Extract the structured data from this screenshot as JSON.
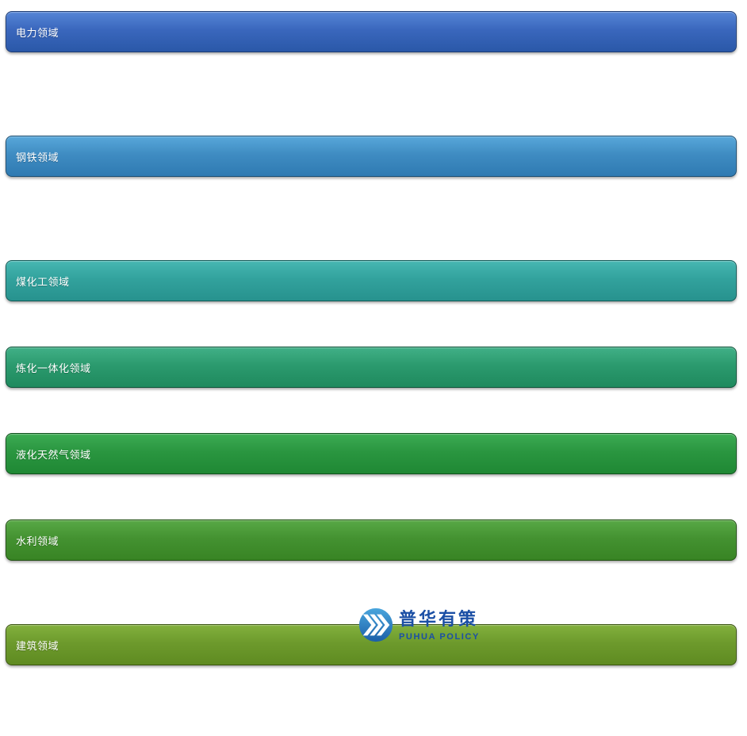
{
  "page": {
    "background": "#ffffff",
    "label_color": "#ffffff"
  },
  "bars": [
    {
      "label": "电力领域",
      "color_top": "#5585d6",
      "color_mid": "#3a67bd",
      "color_bottom": "#2a58a8",
      "border": "#1d3c74"
    },
    {
      "label": "钢铁领域",
      "color_top": "#58a7da",
      "color_mid": "#3f8cc2",
      "color_bottom": "#2f7ab2",
      "border": "#1c4e72"
    },
    {
      "label": "煤化工领域",
      "color_top": "#47b7b2",
      "color_mid": "#32a29d",
      "color_bottom": "#27928e",
      "border": "#125a57"
    },
    {
      "label": "炼化一体化领域",
      "color_top": "#41b087",
      "color_mid": "#2b9a6e",
      "color_bottom": "#1f8a5e",
      "border": "#0e5339"
    },
    {
      "label": "液化天然气领域",
      "color_top": "#3cab53",
      "color_mid": "#2a9640",
      "color_bottom": "#1f8834",
      "border": "#0f521c"
    },
    {
      "label": "水利领域",
      "color_top": "#58a946",
      "color_mid": "#449231",
      "color_bottom": "#388424",
      "border": "#204f12"
    },
    {
      "label": "建筑领域",
      "color_top": "#82b03d",
      "color_mid": "#6d9a2c",
      "color_bottom": "#5f8b21",
      "border": "#3a5410"
    }
  ],
  "watermark": {
    "cn": "普华有策",
    "en": "PUHUA POLICY",
    "text_color": "#1b4fa5",
    "icon_top": "#4aa6dd",
    "icon_bottom": "#1b5fa8",
    "chevron_color": "#ffffff"
  }
}
